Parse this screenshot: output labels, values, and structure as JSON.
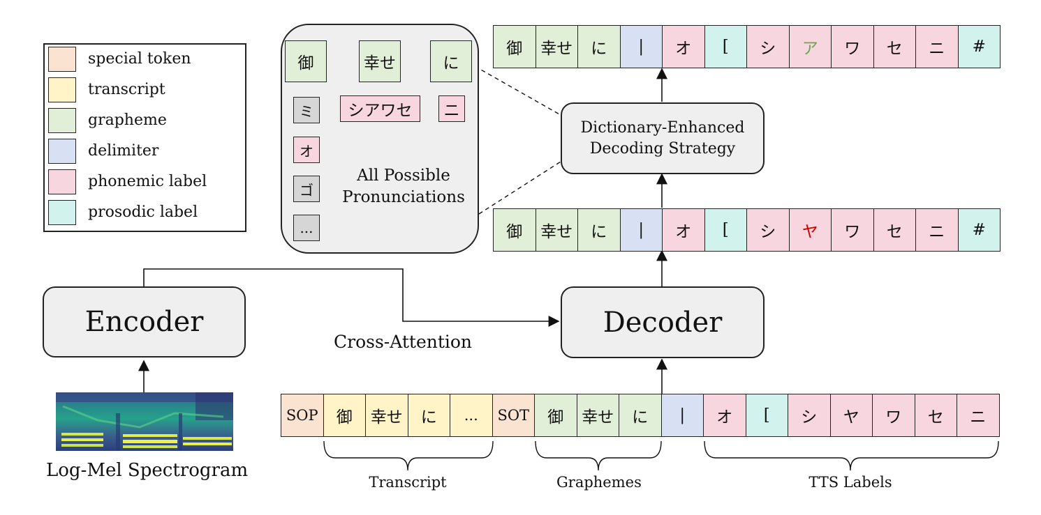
{
  "colors": {
    "special": "#fbe3d2",
    "transcript": "#fff3c8",
    "grapheme": "#e2efd8",
    "delimiter": "#d8e1f3",
    "phonemic": "#f8d6df",
    "prosodic": "#d2f2ee",
    "block": "#efefef",
    "corrected": "#6aa84f",
    "error": "#cc0000"
  },
  "legend": [
    {
      "label": "special token",
      "kind": "special"
    },
    {
      "label": "transcript",
      "kind": "transcript"
    },
    {
      "label": "grapheme",
      "kind": "grapheme"
    },
    {
      "label": "delimiter",
      "kind": "delimiter"
    },
    {
      "label": "phonemic label",
      "kind": "phonemic"
    },
    {
      "label": "prosodic label",
      "kind": "prosodic"
    }
  ],
  "blocks": {
    "encoder": "Encoder",
    "decoder": "Decoder",
    "decoding_line1": "Dictionary-Enhanced",
    "decoding_line2": "Decoding Strategy"
  },
  "labels": {
    "cross_attention": "Cross-Attention",
    "spectrogram": "Log-Mel Spectrogram",
    "pron_line1": "All Possible",
    "pron_line2": "Pronunciations",
    "brace_transcript": "Transcript",
    "brace_graphemes": "Graphemes",
    "brace_tts": "TTS Labels"
  },
  "pronunciations": {
    "graphemes": [
      "御",
      "幸せ",
      "に"
    ],
    "candidates_left": [
      "ミ",
      "オ",
      "ゴ",
      "..."
    ],
    "candidates_left_kinds": [
      "other",
      "phonemic",
      "other",
      "other"
    ],
    "middle": "シアワセ",
    "right": "ニ"
  },
  "input_tokens": [
    {
      "t": "SOP",
      "k": "special"
    },
    {
      "t": "御",
      "k": "transcript"
    },
    {
      "t": "幸せ",
      "k": "transcript"
    },
    {
      "t": "に",
      "k": "transcript"
    },
    {
      "t": "...",
      "k": "transcript"
    },
    {
      "t": "SOT",
      "k": "special"
    },
    {
      "t": "御",
      "k": "grapheme"
    },
    {
      "t": "幸せ",
      "k": "grapheme"
    },
    {
      "t": "に",
      "k": "grapheme"
    },
    {
      "t": "|",
      "k": "delimiter"
    },
    {
      "t": "オ",
      "k": "phonemic"
    },
    {
      "t": "[",
      "k": "prosodic"
    },
    {
      "t": "シ",
      "k": "phonemic"
    },
    {
      "t": "ヤ",
      "k": "phonemic"
    },
    {
      "t": "ワ",
      "k": "phonemic"
    },
    {
      "t": "セ",
      "k": "phonemic"
    },
    {
      "t": "ニ",
      "k": "phonemic"
    }
  ],
  "decoder_output": [
    {
      "t": "御",
      "k": "grapheme"
    },
    {
      "t": "幸せ",
      "k": "grapheme"
    },
    {
      "t": "に",
      "k": "grapheme"
    },
    {
      "t": "|",
      "k": "delimiter"
    },
    {
      "t": "オ",
      "k": "phonemic"
    },
    {
      "t": "[",
      "k": "prosodic"
    },
    {
      "t": "シ",
      "k": "phonemic"
    },
    {
      "t": "ヤ",
      "k": "phonemic",
      "color": "#cc0000"
    },
    {
      "t": "ワ",
      "k": "phonemic"
    },
    {
      "t": "セ",
      "k": "phonemic"
    },
    {
      "t": "ニ",
      "k": "phonemic"
    },
    {
      "t": "#",
      "k": "prosodic"
    }
  ],
  "final_output": [
    {
      "t": "御",
      "k": "grapheme"
    },
    {
      "t": "幸せ",
      "k": "grapheme"
    },
    {
      "t": "に",
      "k": "grapheme"
    },
    {
      "t": "|",
      "k": "delimiter"
    },
    {
      "t": "オ",
      "k": "phonemic"
    },
    {
      "t": "[",
      "k": "prosodic"
    },
    {
      "t": "シ",
      "k": "phonemic"
    },
    {
      "t": "ア",
      "k": "phonemic",
      "color": "#6aa84f"
    },
    {
      "t": "ワ",
      "k": "phonemic"
    },
    {
      "t": "セ",
      "k": "phonemic"
    },
    {
      "t": "ニ",
      "k": "phonemic"
    },
    {
      "t": "#",
      "k": "prosodic"
    }
  ]
}
